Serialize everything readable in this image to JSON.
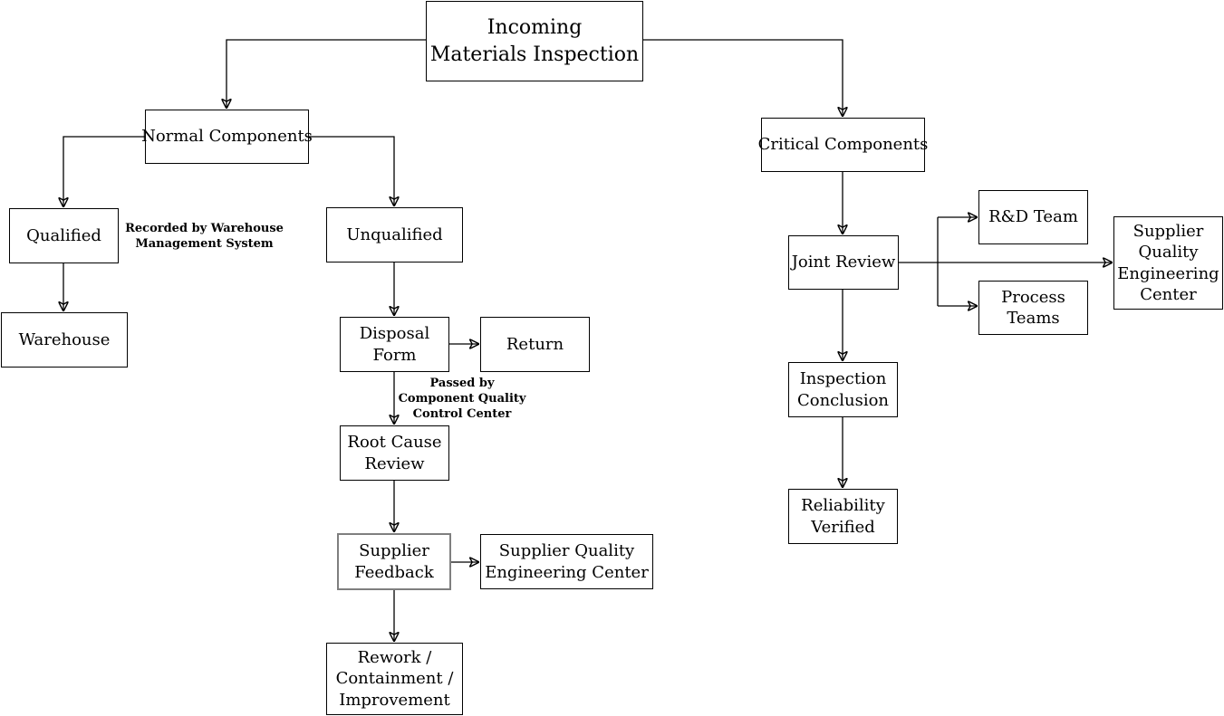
{
  "nodes": {
    "incoming": {
      "label": "Incoming\nMaterials Inspection"
    },
    "normal": {
      "label": "Normal Components"
    },
    "critical": {
      "label": "Critical Components"
    },
    "qualified": {
      "label": "Qualified"
    },
    "unqualified": {
      "label": "Unqualified"
    },
    "warehouse": {
      "label": "Warehouse"
    },
    "disposal_form": {
      "label": "Disposal\nForm"
    },
    "return_box": {
      "label": "Return"
    },
    "root_cause": {
      "label": "Root Cause\nReview"
    },
    "supplier_feedback": {
      "label": "Supplier\nFeedback"
    },
    "sqec_mid": {
      "label": "Supplier Quality\nEngineering Center"
    },
    "rework": {
      "label": "Rework /\nContainment /\nImprovement"
    },
    "joint_review": {
      "label": "Joint Review"
    },
    "rd_team": {
      "label": "R&D Team"
    },
    "process_teams": {
      "label": "Process\nTeams"
    },
    "sqec_right": {
      "label": "Supplier\nQuality\nEngineering\nCenter"
    },
    "inspection_conclusion": {
      "label": "Inspection\nConclusion"
    },
    "reliability_verified": {
      "label": "Reliability\nVerified"
    }
  },
  "annotations": {
    "recorded_by": "Recorded by Warehouse\nManagement System",
    "passed_by": "Passed by\nComponent Quality\nControl Center"
  },
  "colors": {
    "line": "#000000",
    "box_border": "#000000",
    "highlight_border": "#7f7f7f",
    "background": "#ffffff",
    "text": "#000000"
  }
}
